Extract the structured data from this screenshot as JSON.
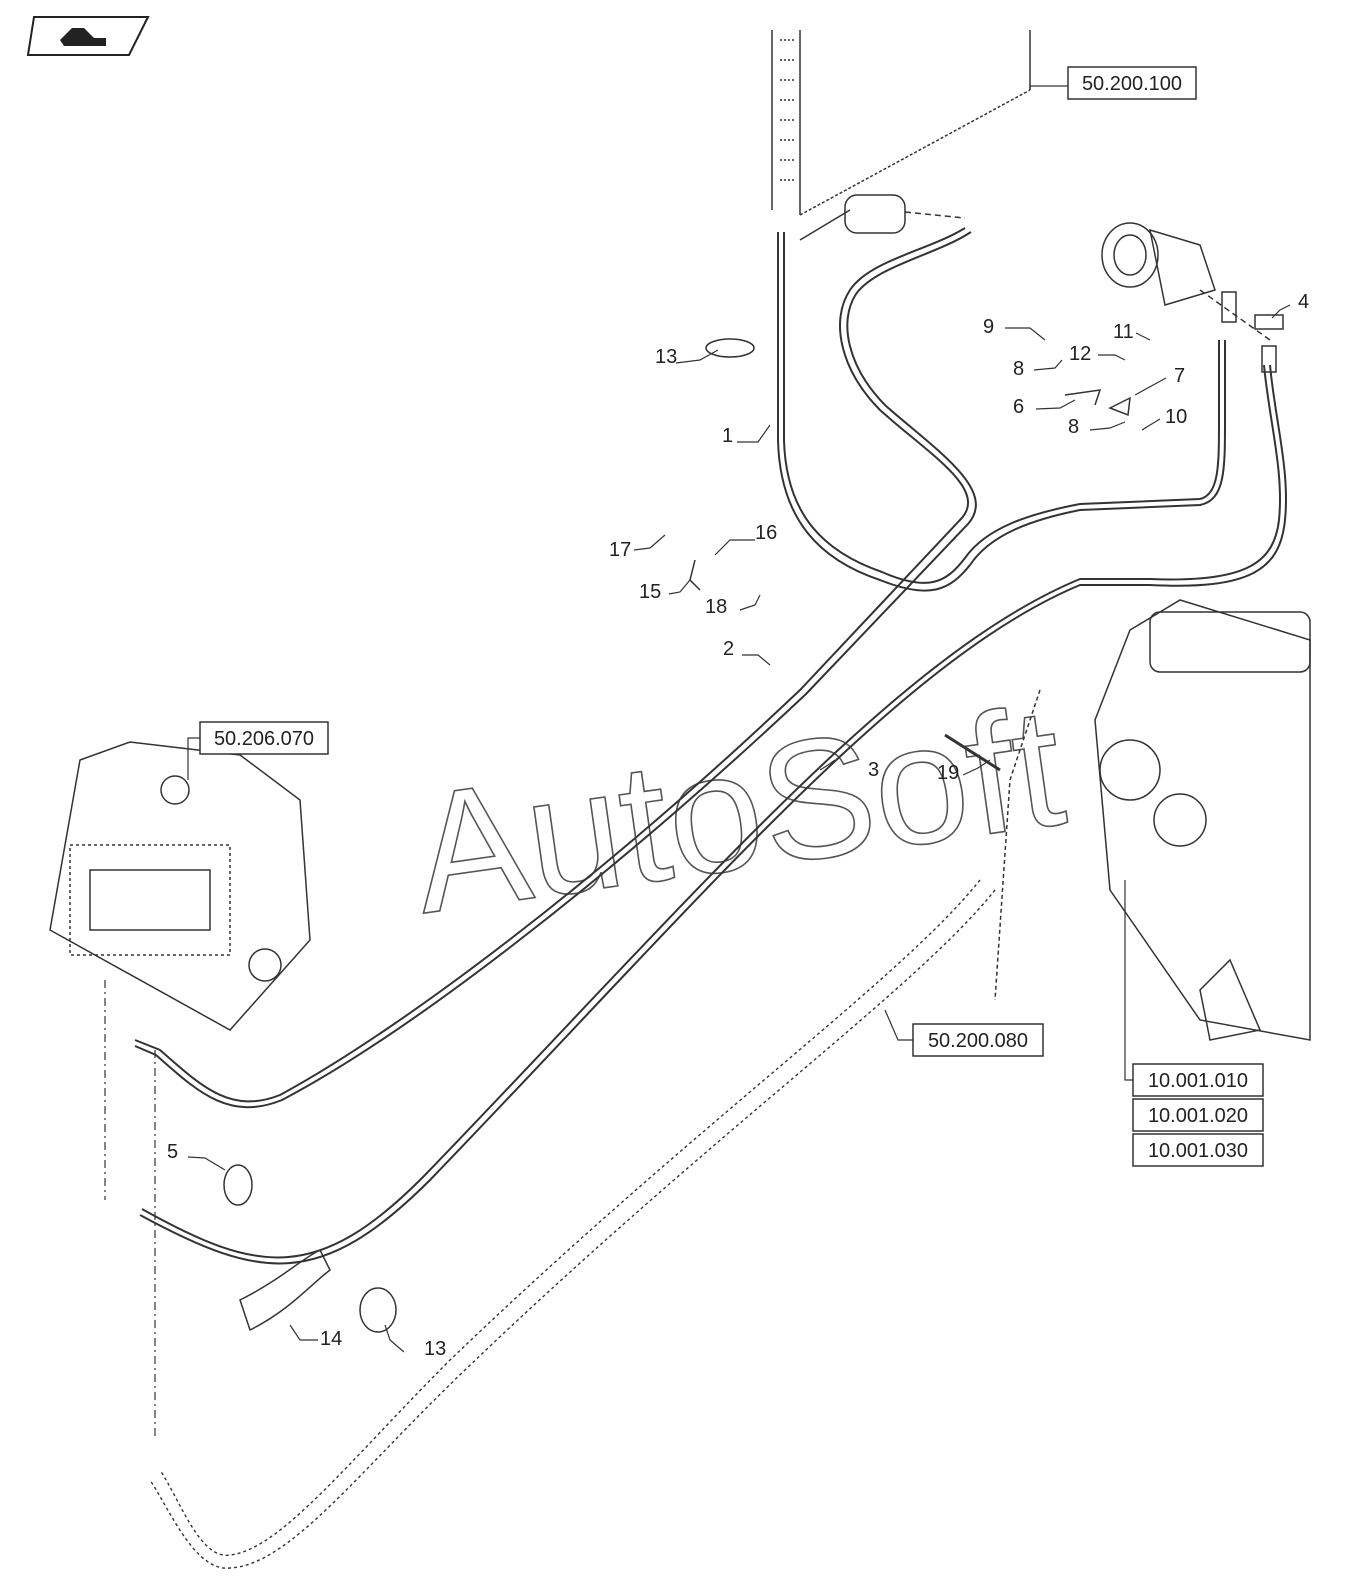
{
  "watermark": "AutoSoft",
  "reference_boxes": {
    "condenser": "50.200.100",
    "hvac_unit": "50.206.070",
    "hose_group": "50.200.080",
    "engine_1": "10.001.010",
    "engine_2": "10.001.020",
    "engine_3": "10.001.030"
  },
  "callouts": {
    "c1": "1",
    "c2": "2",
    "c3": "3",
    "c4": "4",
    "c5": "5",
    "c6": "6",
    "c7": "7",
    "c8a": "8",
    "c8b": "8",
    "c9": "9",
    "c10": "10",
    "c11": "11",
    "c12": "12",
    "c13a": "13",
    "c13b": "13",
    "c14": "14",
    "c15": "15",
    "c16": "16",
    "c17": "17",
    "c18": "18",
    "c19": "19"
  },
  "icons": {
    "nav": "arrow-tab-icon"
  },
  "colors": {
    "line": "#333333",
    "background": "#ffffff"
  }
}
